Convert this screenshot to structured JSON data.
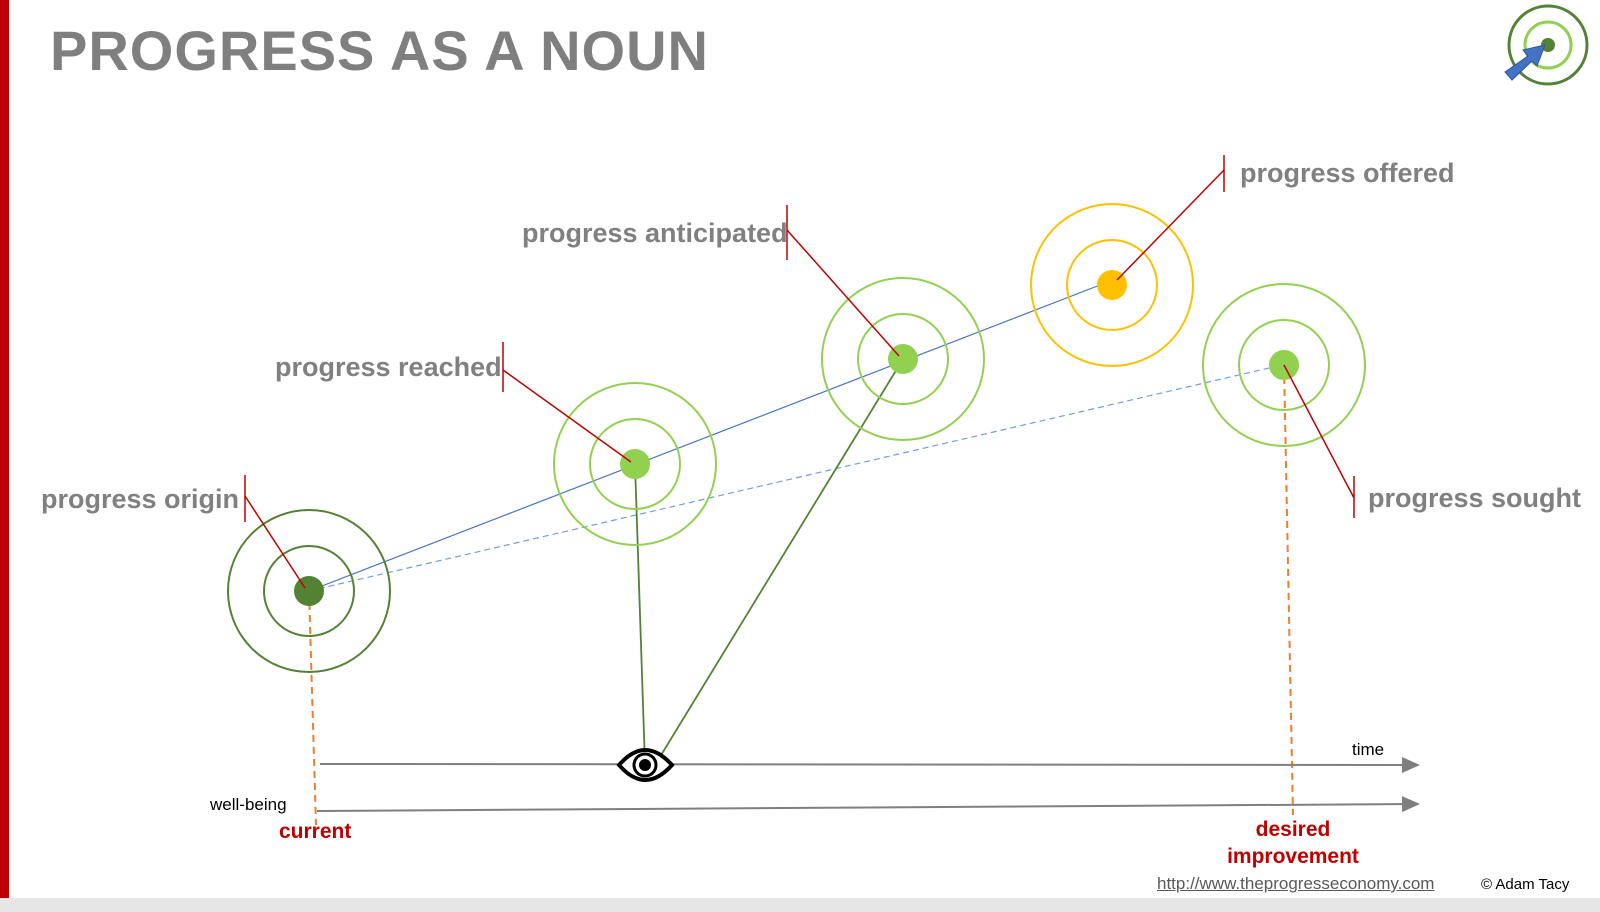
{
  "title": "PROGRESS AS A NOUN",
  "labels": {
    "origin": "progress origin",
    "reached": "progress reached",
    "anticipated": "progress anticipated",
    "offered": "progress offered",
    "sought": "progress sought"
  },
  "axes": {
    "time": "time",
    "wellbeing": "well-being",
    "current": "current",
    "desired_line1": "desired",
    "desired_line2": "improvement"
  },
  "footer": {
    "url": "http://www.theprogresseconomy.com",
    "copyright": "© Adam Tacy"
  },
  "icons": {
    "logo": "target-arrow-icon",
    "observer": "eye-icon"
  },
  "colors": {
    "title": "#7f7f7f",
    "accent_red": "#c00000",
    "origin_green": "#548235",
    "light_green": "#92d050",
    "offered_gold": "#ffc000",
    "guide_orange": "#ed7d31",
    "trend_blue": "#4472c4"
  }
}
